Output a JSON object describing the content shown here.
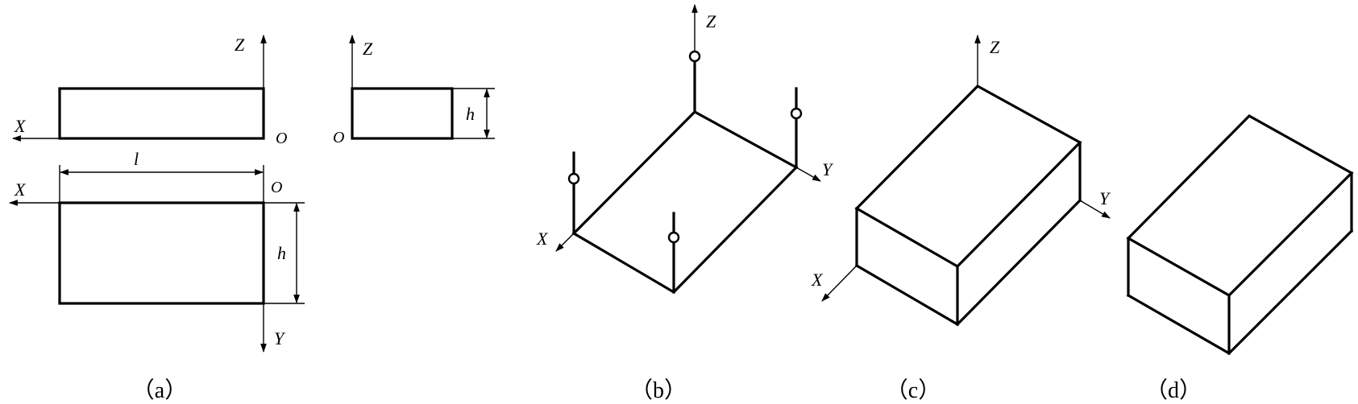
{
  "panels": [
    {
      "id": "a",
      "caption": "（a）"
    },
    {
      "id": "b",
      "caption": "（b）"
    },
    {
      "id": "c",
      "caption": "（c）"
    },
    {
      "id": "d",
      "caption": "（d）"
    }
  ],
  "axes": {
    "x": "X",
    "y": "Y",
    "z": "Z",
    "origin": "O"
  },
  "dimensions": {
    "length": "l",
    "height": "h"
  },
  "colors": {
    "stroke": "#000000",
    "background": "#ffffff"
  }
}
